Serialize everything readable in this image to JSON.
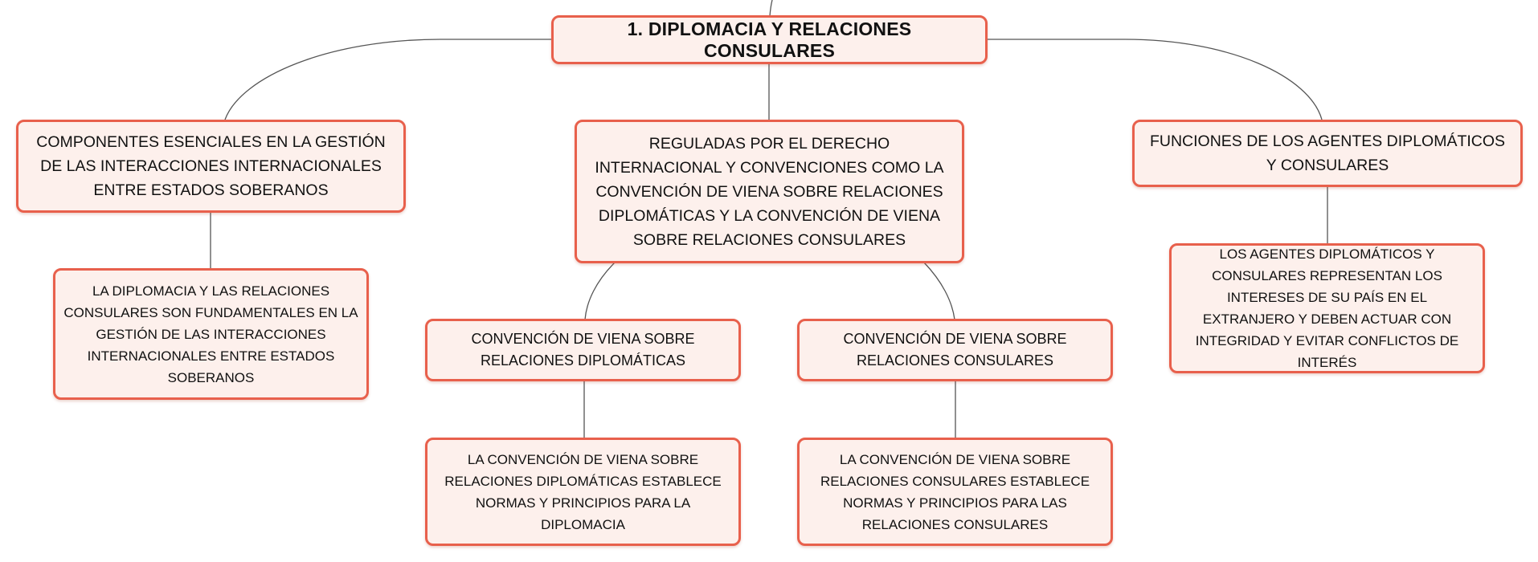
{
  "mindmap": {
    "root": {
      "label": "1. DIPLOMACIA Y RELACIONES CONSULARES"
    },
    "branches": [
      {
        "label": "COMPONENTES ESENCIALES EN LA GESTIÓN DE LAS INTERACCIONES INTERNACIONALES ENTRE ESTADOS SOBERANOS",
        "detail": "LA DIPLOMACIA Y LAS RELACIONES CONSULARES SON FUNDAMENTALES EN LA GESTIÓN DE LAS INTERACCIONES INTERNACIONALES ENTRE ESTADOS SOBERANOS"
      },
      {
        "label": "REGULADAS POR EL DERECHO INTERNACIONAL Y CONVENCIONES COMO LA CONVENCIÓN DE VIENA SOBRE RELACIONES DIPLOMÁTICAS Y LA CONVENCIÓN DE VIENA SOBRE RELACIONES CONSULARES",
        "children": [
          {
            "label": "CONVENCIÓN DE VIENA SOBRE RELACIONES DIPLOMÁTICAS",
            "detail": "LA CONVENCIÓN DE VIENA SOBRE RELACIONES DIPLOMÁTICAS ESTABLECE NORMAS Y PRINCIPIOS PARA LA DIPLOMACIA"
          },
          {
            "label": "CONVENCIÓN DE VIENA SOBRE RELACIONES CONSULARES",
            "detail": "LA CONVENCIÓN DE VIENA SOBRE RELACIONES CONSULARES ESTABLECE NORMAS Y PRINCIPIOS PARA LAS RELACIONES CONSULARES"
          }
        ]
      },
      {
        "label": "FUNCIONES DE LOS AGENTES DIPLOMÁTICOS Y CONSULARES",
        "detail": "LOS AGENTES DIPLOMÁTICOS Y CONSULARES REPRESENTAN LOS INTERESES DE SU PAÍS EN EL EXTRANJERO Y DEBEN ACTUAR CON INTEGRIDAD Y EVITAR CONFLICTOS DE INTERÉS"
      }
    ],
    "colors": {
      "node_border": "#e8604c",
      "node_fill": "#fdf0ec",
      "connector": "#555555",
      "text": "#111111"
    }
  }
}
